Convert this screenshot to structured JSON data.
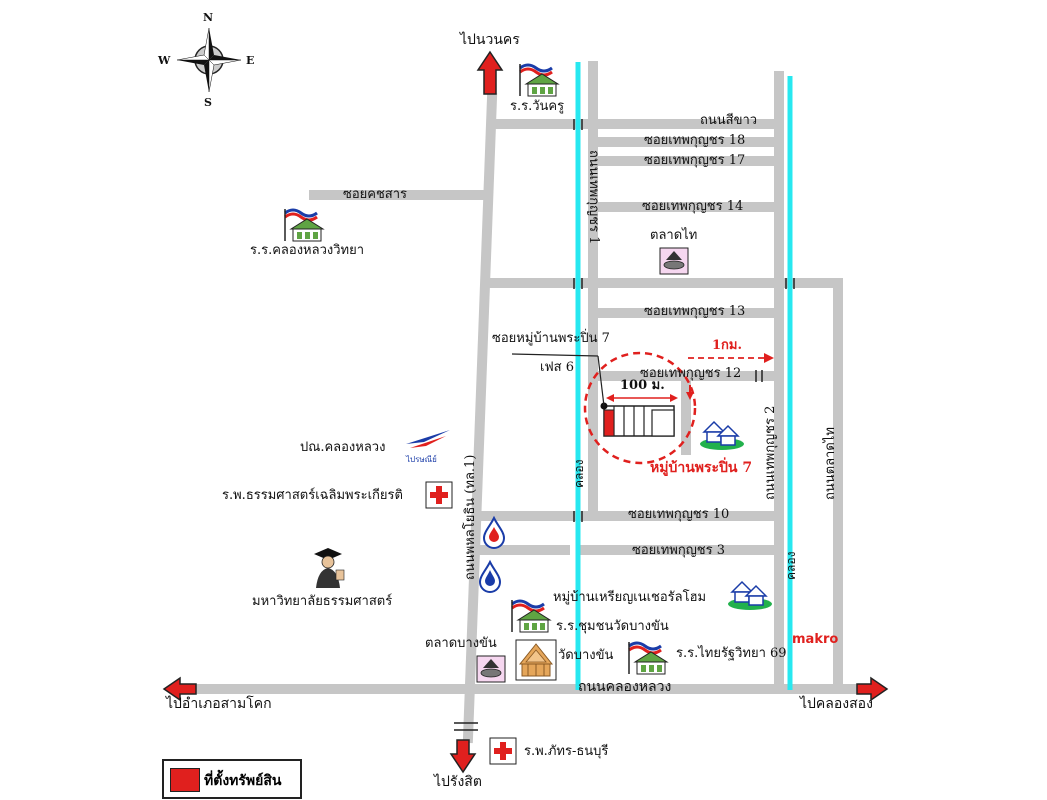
{
  "compass": {
    "north": "N",
    "south": "S",
    "east": "E",
    "west": "W"
  },
  "directions": {
    "north": "ไปนวนคร",
    "south": "ไปรังสิต",
    "west": "ไปอำเภอสามโคก",
    "east": "ไปคลองสอง"
  },
  "roads": {
    "soi_silkhao": "ถนนสีขาว",
    "soi_18": "ซอยเทพกุญชร 18",
    "soi_17": "ซอยเทพกุญชร 17",
    "soi_14": "ซอยเทพกุญชร 14",
    "soi_13": "ซอยเทพกุญชร 13",
    "soi_12": "ซอยเทพกุญชร 12",
    "soi_10": "ซอยเทพกุญชร 10",
    "soi_3": "ซอยเทพกุญชร 3",
    "soi_khotsan": "ซอยคชสาร",
    "thep_kunchon_1": "ถนนเทพกุญชร 1",
    "thep_kunchon_2": "ถนนเทพกุญชร 2",
    "phahonyothin": "ถนนพหลโยธิน (ทล.1)",
    "talad_thai_rd": "ถนนตลาดไท",
    "khlong_luang_rd": "ถนนคลองหลวง",
    "canal_1": "คลอง",
    "canal_2": "คลอง"
  },
  "places": {
    "wankru_school": "ร.ร.วันครู",
    "khlongluang_school": "ร.ร.คลองหลวงวิทยา",
    "talad_thai": "ตลาดไท",
    "post_office": "ปณ.คลองหลวง",
    "post_logo": "ไปรษณีย์",
    "hospital_thammasat": "ร.พ.ธรรมศาสตร์เฉลิมพระเกียรติ",
    "thammasat_univ": "มหาวิทยาลัยธรรมศาสตร์",
    "rian_village": "หมู่บ้านเหรียญเนเชอรัลโฮม",
    "chumchon_school": "ร.ร.ชุมชนวัดบางขัน",
    "talad_bangkhan": "ตลาดบางขัน",
    "wat_bangkhan": "วัดบางขัน",
    "thairat_school": "ร.ร.ไทยรัฐวิทยา 69",
    "makro": "makro",
    "phatara_hospital": "ร.พ.ภัทร-ธนบุรี",
    "phrapin_village": "หมู่บ้านพระปิ่น 7"
  },
  "callout": {
    "line1": "ซอยหมู่บ้านพระปิ่น 7",
    "line2": "เฟส 6",
    "distance_small": "100 ม.",
    "distance_big": "1กม."
  },
  "legend": {
    "label": "ที่ตั้งทรัพย์สิน"
  },
  "colors": {
    "road": "#c6c6c6",
    "canal": "#27e8f0",
    "accent_red": "#e0201e",
    "text": "#111111"
  }
}
